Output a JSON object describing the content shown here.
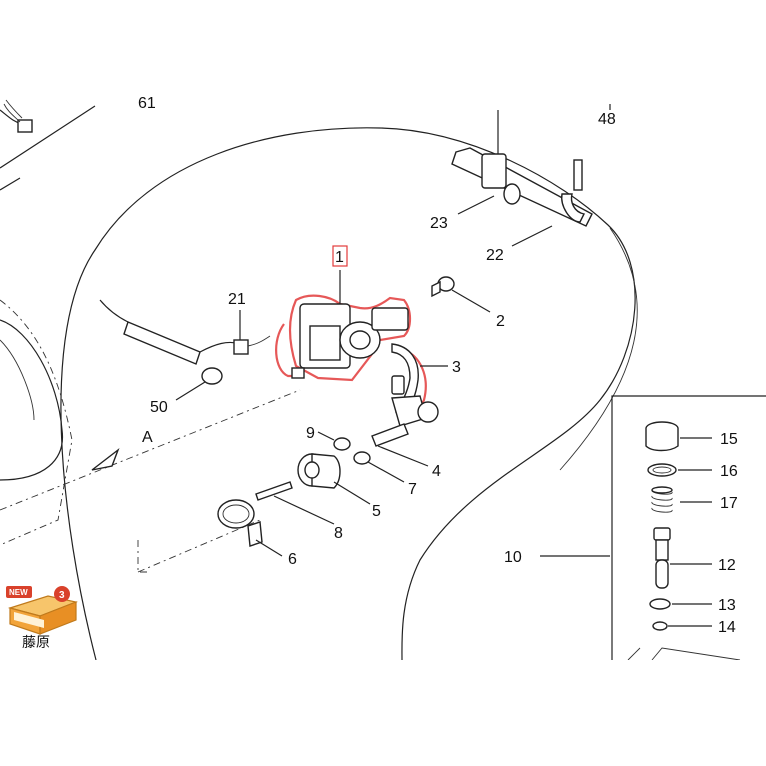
{
  "colors": {
    "highlight": "#e23b3b",
    "line": "#222222",
    "badge_orange": "#f2a43a",
    "badge_red": "#d9412b"
  },
  "labels": {
    "p1": "1",
    "p2": "2",
    "p3": "3",
    "p4": "4",
    "p5": "5",
    "p6": "6",
    "p7": "7",
    "p8": "8",
    "p9": "9",
    "p10": "10",
    "p12": "12",
    "p13": "13",
    "p14": "14",
    "p15": "15",
    "p16": "16",
    "p17": "17",
    "p21": "21",
    "p22": "22",
    "p23": "23",
    "p48": "48",
    "p50": "50",
    "viewA": "A",
    "p_top": "61"
  },
  "badge": {
    "tag": "NEW",
    "count": "3",
    "name": "藤原"
  }
}
